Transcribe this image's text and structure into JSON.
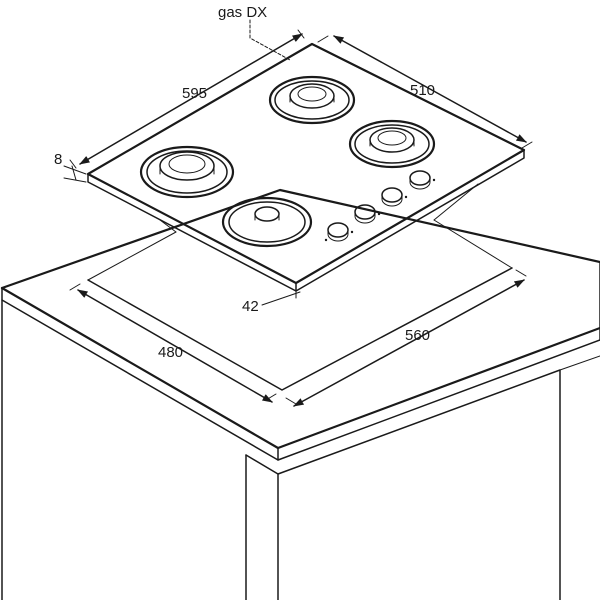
{
  "labels": {
    "gas_connection": "gas DX",
    "width_total": "595",
    "depth_total": "510",
    "glass_thickness": "8",
    "built_in_height": "42",
    "cutout_depth": "480",
    "cutout_width": "560"
  },
  "hob": {
    "burners": 4,
    "knobs": 4
  }
}
